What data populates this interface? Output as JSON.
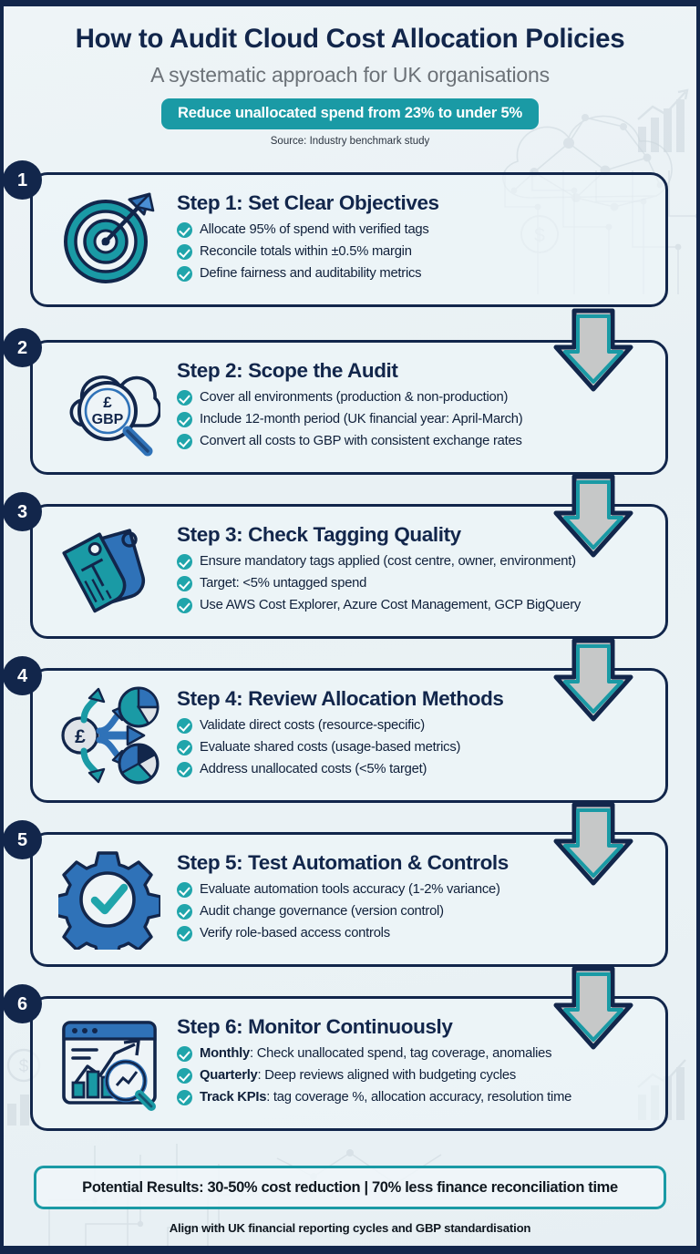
{
  "header": {
    "title": "How to Audit Cloud Cost Allocation Policies",
    "subtitle": "A systematic approach for UK organisations",
    "pill": "Reduce unallocated spend from 23% to under 5%",
    "source": "Source: Industry benchmark study"
  },
  "steps": [
    {
      "number": "1",
      "title": "Step 1: Set Clear Objectives",
      "icon": "target-arrow-icon",
      "bullets": [
        {
          "bold": "",
          "text": "Allocate 95% of spend with verified tags"
        },
        {
          "bold": "",
          "text": "Reconcile totals within ±0.5% margin"
        },
        {
          "bold": "",
          "text": "Define fairness and auditability metrics"
        }
      ]
    },
    {
      "number": "2",
      "title": "Step 2: Scope the Audit",
      "icon": "cloud-magnifier-gbp-icon",
      "bullets": [
        {
          "bold": "",
          "text": "Cover all environments (production & non-production)"
        },
        {
          "bold": "",
          "text": "Include 12-month period (UK financial year: April-March)"
        },
        {
          "bold": "",
          "text": "Convert all costs to GBP with consistent exchange rates"
        }
      ]
    },
    {
      "number": "3",
      "title": "Step 3: Check Tagging Quality",
      "icon": "price-tags-icon",
      "bullets": [
        {
          "bold": "",
          "text": "Ensure mandatory tags applied (cost centre, owner, environment)"
        },
        {
          "bold": "",
          "text": "Target: <5% untagged spend"
        },
        {
          "bold": "",
          "text": "Use AWS Cost Explorer, Azure Cost Management, GCP BigQuery"
        }
      ]
    },
    {
      "number": "4",
      "title": "Step 4: Review Allocation Methods",
      "icon": "cost-distribution-pie-icon",
      "bullets": [
        {
          "bold": "",
          "text": "Validate direct costs (resource-specific)"
        },
        {
          "bold": "",
          "text": "Evaluate shared costs (usage-based metrics)"
        },
        {
          "bold": "",
          "text": "Address unallocated costs (<5% target)"
        }
      ]
    },
    {
      "number": "5",
      "title": "Step 5: Test Automation & Controls",
      "icon": "gear-checkmark-icon",
      "bullets": [
        {
          "bold": "",
          "text": "Evaluate automation tools accuracy (1-2% variance)"
        },
        {
          "bold": "",
          "text": "Audit change governance (version control)"
        },
        {
          "bold": "",
          "text": "Verify role-based access controls"
        }
      ]
    },
    {
      "number": "6",
      "title": "Step 6: Monitor Continuously",
      "icon": "dashboard-analytics-icon",
      "bullets": [
        {
          "bold": "Monthly",
          "text": ": Check unallocated spend, tag coverage, anomalies"
        },
        {
          "bold": "Quarterly",
          "text": ": Deep reviews aligned with budgeting cycles"
        },
        {
          "bold": "Track KPIs",
          "text": ": tag coverage %, allocation accuracy, resolution time"
        }
      ]
    }
  ],
  "footer": {
    "result": "Potential Results: 30-50% cost reduction | 70% less finance reconciliation time",
    "note": "Align with UK financial reporting cycles and GBP standardisation"
  },
  "colors": {
    "navy": "#12264b",
    "teal": "#1a9aa5",
    "check_teal": "#20a5ab",
    "blue": "#2f72b8",
    "subtitle_grey": "#6c7278",
    "background": "#eaf2f5",
    "arrow_fill": "#c6c8c8"
  }
}
